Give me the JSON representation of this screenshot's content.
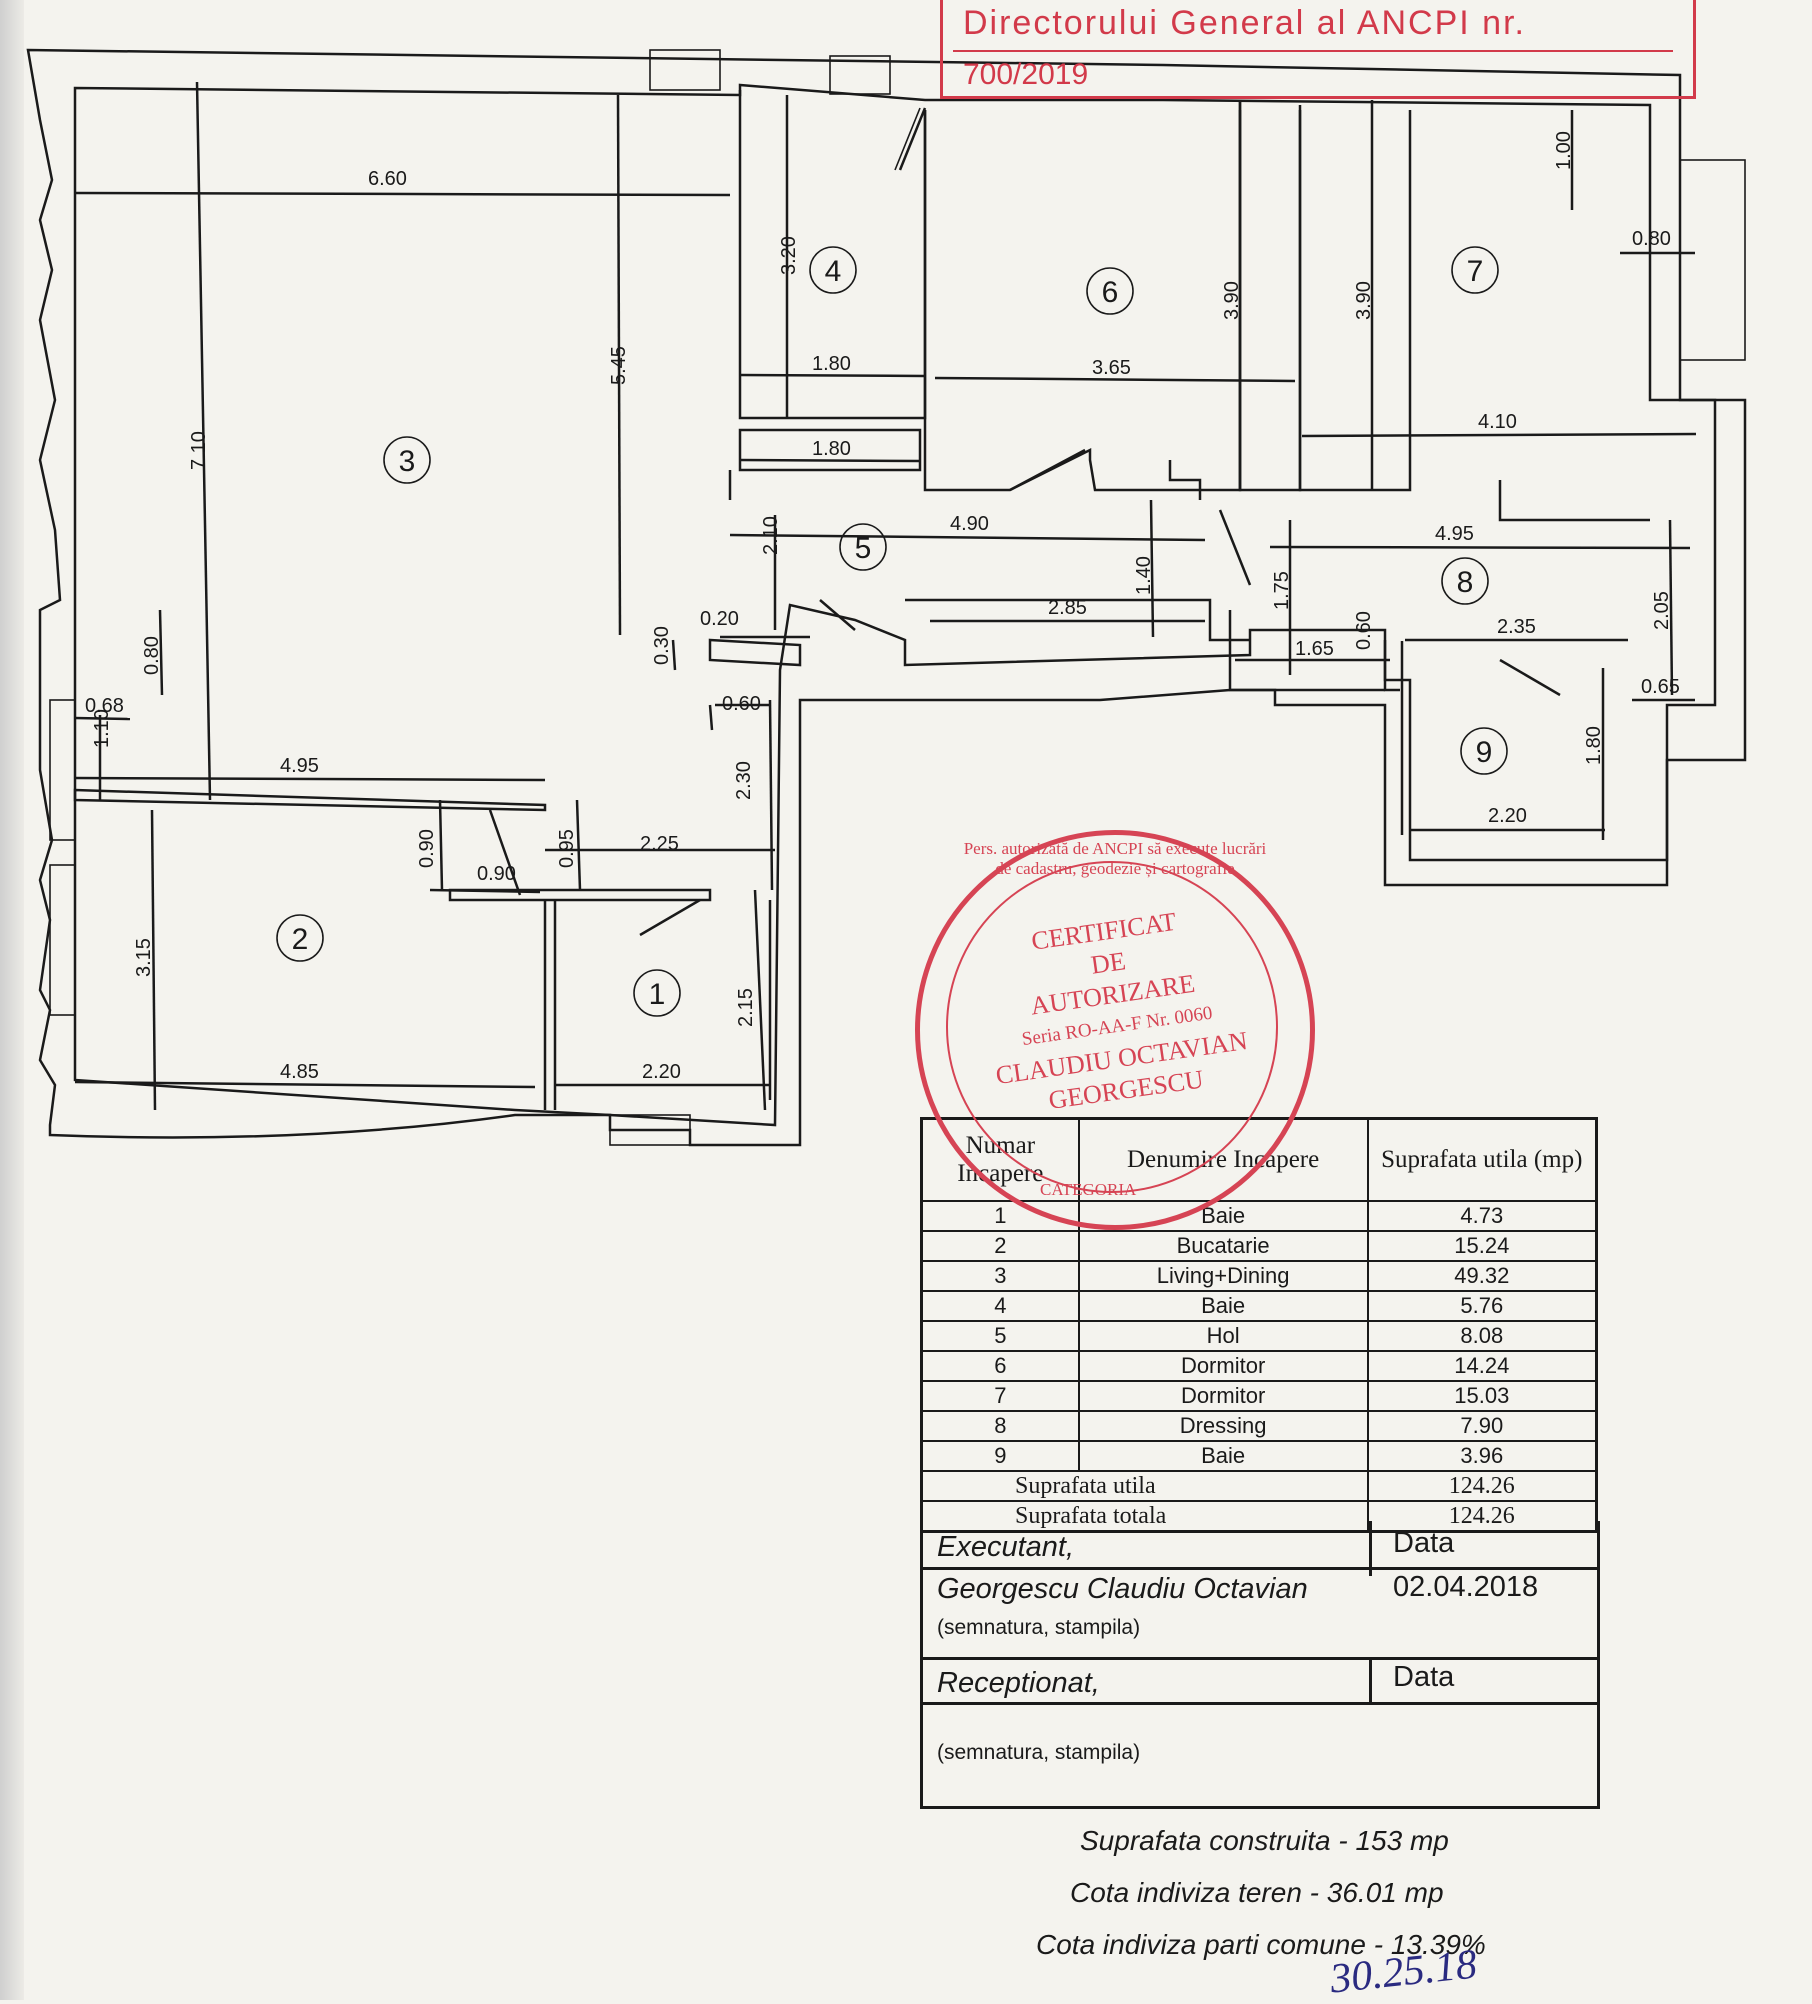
{
  "stamp_top": {
    "line1": "Directorului General al ANCPI nr.",
    "line2": "700/2019"
  },
  "dimensions": {
    "d660": "6.60",
    "d710": "7.10",
    "d545": "5.45",
    "d320": "3.20",
    "d180a": "1.80",
    "d180b": "1.80",
    "d365": "3.65",
    "d390a": "3.90",
    "d390b": "3.90",
    "d100": "1.00",
    "d080a": "0.80",
    "d410": "4.10",
    "d210": "2.10",
    "d490": "4.90",
    "d140": "1.40",
    "d285": "2.85",
    "d175": "1.75",
    "d495a": "4.95",
    "d205": "2.05",
    "d165": "1.65",
    "d060a": "0.60",
    "d235": "2.35",
    "d065": "0.65",
    "d180c": "1.80",
    "d220a": "2.20",
    "d020": "0.20",
    "d030": "0.30",
    "d080b": "0.80",
    "d068": "0.68",
    "d110": "1.10",
    "d060b": "0.60",
    "d495b": "4.95",
    "d230": "2.30",
    "d090a": "0.90",
    "d095": "0.95",
    "d090b": "0.90",
    "d225": "2.25",
    "d315": "3.15",
    "d215": "2.15",
    "d485": "4.85",
    "d220b": "2.20"
  },
  "room_numbers": [
    "1",
    "2",
    "3",
    "4",
    "5",
    "6",
    "7",
    "8",
    "9"
  ],
  "round_stamp": {
    "ring": "Pers. autorizată de ANCPI să execute lucrări de cadastru, geodezie și cartografie",
    "center": [
      "CERTIFICAT",
      "DE",
      "AUTORIZARE",
      "Seria RO-AA-F Nr. 0060",
      "CLAUDIU OCTAVIAN",
      "GEORGESCU"
    ],
    "bottom": "CATEGORIA"
  },
  "table": {
    "headers": [
      "Numar Incapere",
      "Denumire Incapere",
      "Suprafata utila (mp)"
    ],
    "rows": [
      {
        "nr": "1",
        "name": "Baie",
        "area": "4.73"
      },
      {
        "nr": "2",
        "name": "Bucatarie",
        "area": "15.24"
      },
      {
        "nr": "3",
        "name": "Living+Dining",
        "area": "49.32"
      },
      {
        "nr": "4",
        "name": "Baie",
        "area": "5.76"
      },
      {
        "nr": "5",
        "name": "Hol",
        "area": "8.08"
      },
      {
        "nr": "6",
        "name": "Dormitor",
        "area": "14.24"
      },
      {
        "nr": "7",
        "name": "Dormitor",
        "area": "15.03"
      },
      {
        "nr": "8",
        "name": "Dressing",
        "area": "7.90"
      },
      {
        "nr": "9",
        "name": "Baie",
        "area": "3.96"
      }
    ],
    "summary": [
      {
        "label": "Suprafata utila",
        "value": "124.26"
      },
      {
        "label": "Suprafata totala",
        "value": "124.26"
      }
    ]
  },
  "sign": {
    "executant_label": "Executant,",
    "executant_name": "Georgescu Claudiu Octavian",
    "semnatura1": "(semnatura, stampila)",
    "data_label1": "Data",
    "data_value": "02.04.2018",
    "receptionat_label": "Receptionat,",
    "data_label2": "Data",
    "semnatura2": "(semnatura, stampila)"
  },
  "notes": {
    "construita": "Suprafata construita - 153 mp",
    "cota_teren": "Cota indiviza teren - 36.01 mp",
    "cota_parti": "Cota indiviza parti comune - 13.39%"
  },
  "signature_mark": "30.25.18"
}
